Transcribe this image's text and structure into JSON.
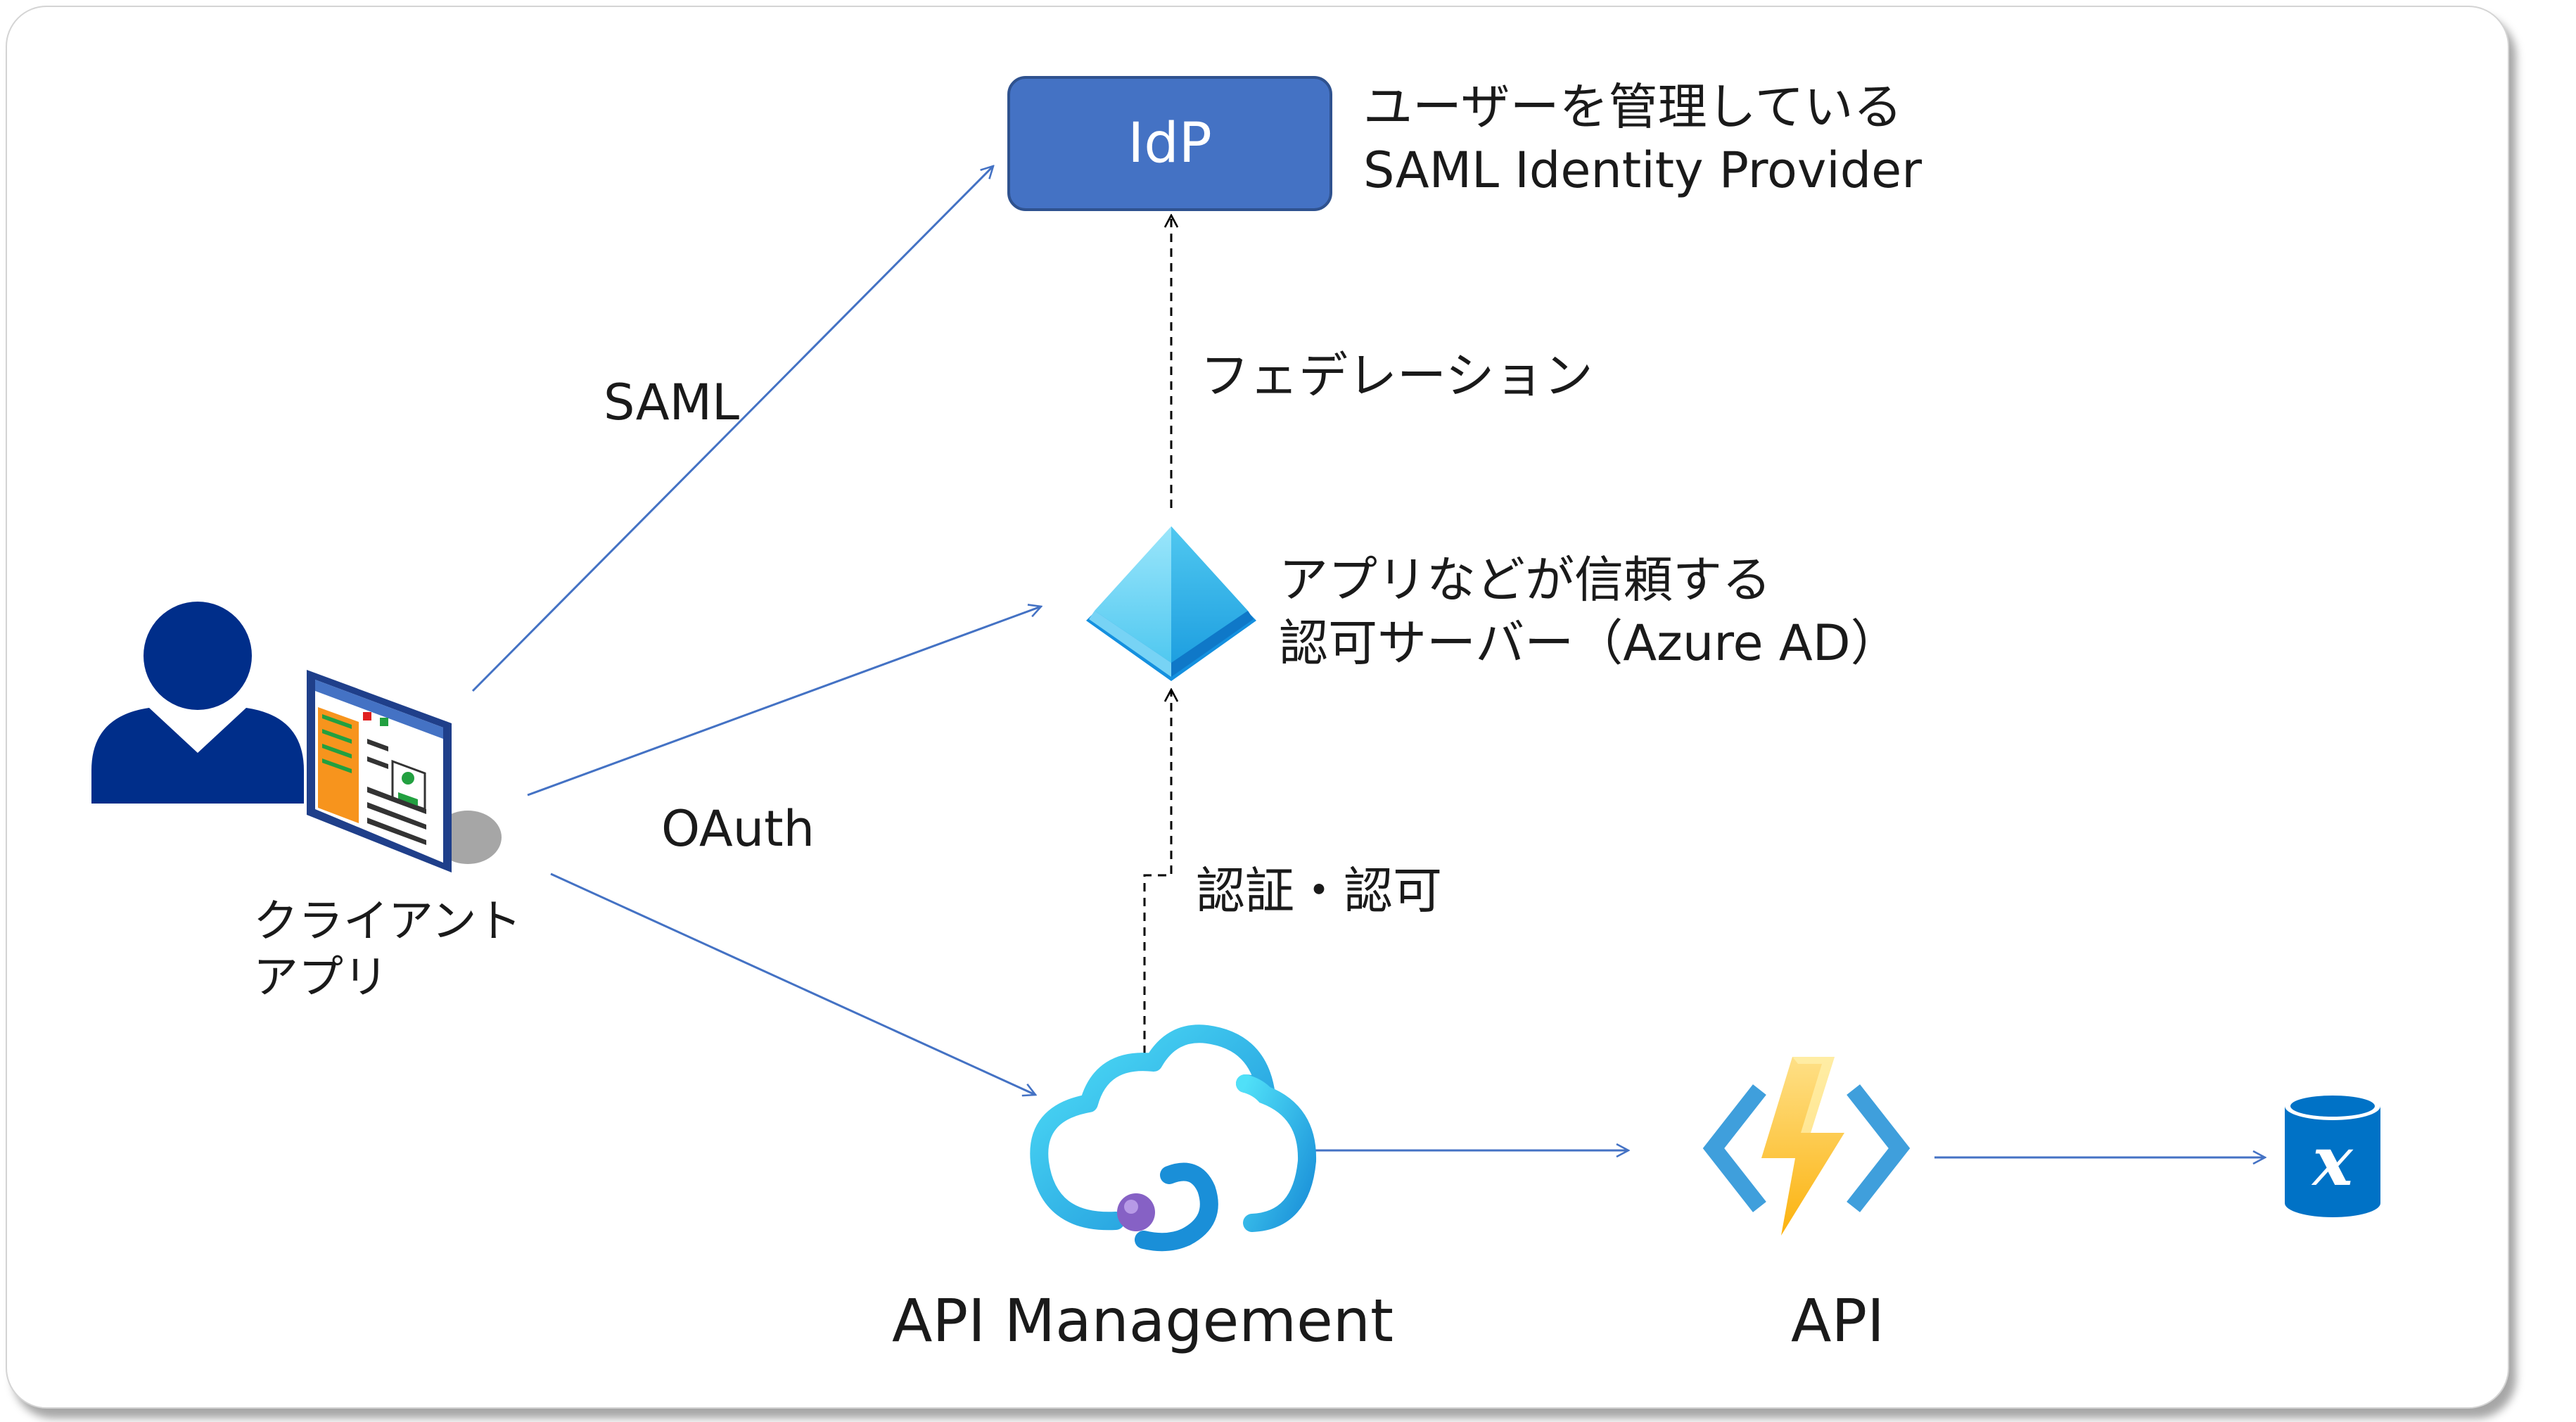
{
  "idp": {
    "box_label": "IdP",
    "description_line1": "ユーザーを管理している",
    "description_line2": "SAML Identity Provider"
  },
  "azure_ad": {
    "description_line1": "アプリなどが信頼する",
    "description_line2": "認可サーバー（Azure AD）"
  },
  "client": {
    "label_line1": "クライアント",
    "label_line2": "アプリ"
  },
  "edges": {
    "saml": "SAML",
    "oauth": "OAuth",
    "federation": "フェデレーション",
    "authn_authz": "認証・認可"
  },
  "apim": {
    "label": "API Management"
  },
  "api": {
    "label": "API"
  },
  "colors": {
    "idp_fill": "#4472c4",
    "arrow": "#4472c4",
    "user": "#002e8a",
    "azure_light": "#50c8f0",
    "azure_dark": "#1490df",
    "function_yellow": "#fcd116",
    "function_blue": "#3f9fdc",
    "database_blue": "#0072c6"
  }
}
